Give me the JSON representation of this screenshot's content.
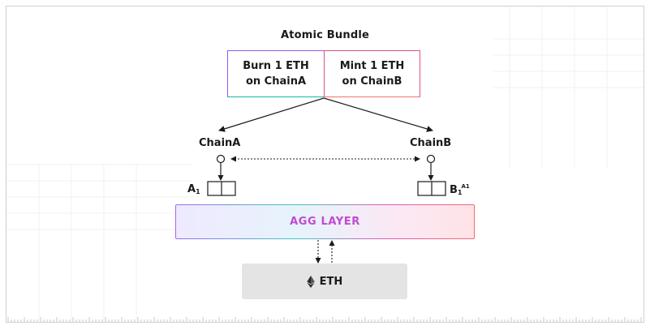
{
  "diagram": {
    "title": "Atomic Bundle",
    "bundle": {
      "left_cell": [
        "Burn 1 ETH",
        "on ChainA"
      ],
      "right_cell": [
        "Mint 1 ETH",
        "on ChainB"
      ]
    },
    "chains": {
      "left": "ChainA",
      "right": "ChainB"
    },
    "sub_labels": {
      "left_main": "A",
      "left_sub": "1",
      "right_main": "B",
      "right_sub": "1",
      "right_sup": "A1"
    },
    "agg_layer": "AGG LAYER",
    "base_layer": "ETH",
    "icons": [
      "ethereum-icon"
    ],
    "colors": {
      "bundle_left_border": "#8b5cf6",
      "bundle_right_border": "#e0508a",
      "agg_text": "#c04bd0",
      "eth_box": "#e4e4e4"
    }
  }
}
